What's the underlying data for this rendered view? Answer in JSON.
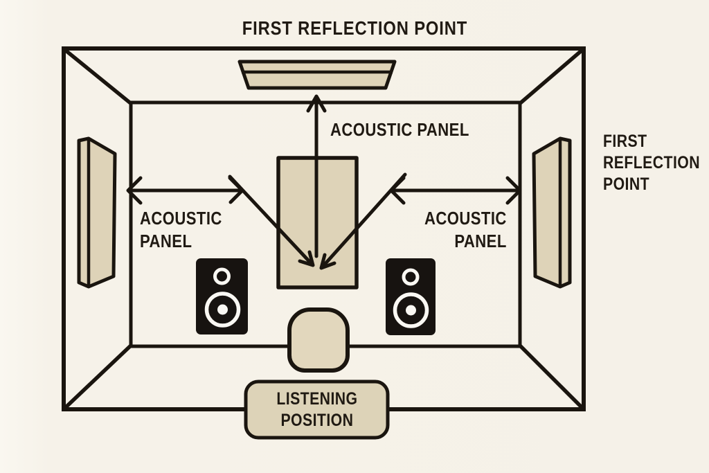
{
  "title": "FIRST REFLECTION POINT",
  "annotations": {
    "ceiling_panel_label": "ACOUSTIC PANEL",
    "left_panel_label": [
      "ACOUSTIC",
      "PANEL"
    ],
    "right_panel_label": [
      "ACOUSTIC",
      "PANEL"
    ],
    "right_reflection_label": [
      "FIRST",
      "REFLECTION",
      "POINT"
    ],
    "listening_position_label": [
      "LISTENING",
      "POSITION"
    ]
  },
  "icons": [
    "speaker-icon-left",
    "speaker-icon-right",
    "up-arrow-icon",
    "left-right-arrow-icon-left",
    "left-right-arrow-icon-right",
    "reflection-ray-arrow-left",
    "reflection-ray-arrow-right"
  ],
  "colors": {
    "background": "#f5f1e8",
    "line": "#1a150f",
    "panel_fill": "#ded3b8",
    "chair_fill": "#e2d7bd",
    "label_box_fill": "#ddd3b8",
    "speaker_black": "#171310",
    "speaker_white": "#faf8f3",
    "text": "#201a13"
  }
}
